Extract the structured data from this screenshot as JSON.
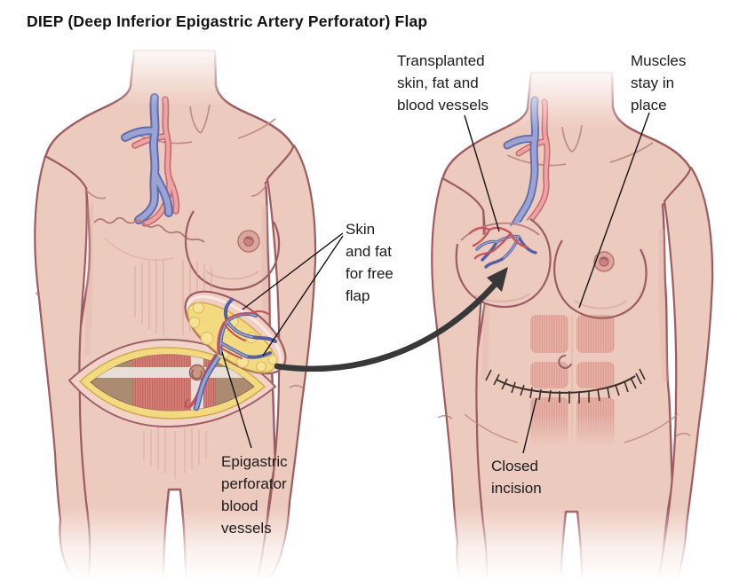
{
  "title": "DIEP (Deep Inferior Epigastric Artery Perforator) Flap",
  "labels": {
    "transplanted": "Transplanted\nskin, fat and\nblood vessels",
    "muscles": "Muscles\nstay in\nplace",
    "skin_fat": "Skin\nand fat\nfor free\nflap",
    "epigastric": "Epigastric\nperforator\nblood\nvessels",
    "closed_incision": "Closed\nincision"
  },
  "colors": {
    "background": "#ffffff",
    "skin": "#edcabe",
    "outline": "#9b5c62",
    "detail_line": "#b98984",
    "vein_fill": "#9aa3d2",
    "vein_outline": "#5e6cae",
    "artery_fill": "#eda4a4",
    "artery_outline": "#c76a6e",
    "small_artery": "#c4565c",
    "small_vein": "#5560a0",
    "fat": "#f3da80",
    "fat_outline": "#d2a94e",
    "cavity": "#ab8b71",
    "muscle": "#d98179",
    "muscle_stripe": "#bc655d",
    "ab_muscle": "#e9aba1",
    "ab_stripe": "#d38d84",
    "white_band": "#ece6e1",
    "suture": "#3d2f2c",
    "arrow": "#383838",
    "label_text": "#1b1b1b"
  }
}
